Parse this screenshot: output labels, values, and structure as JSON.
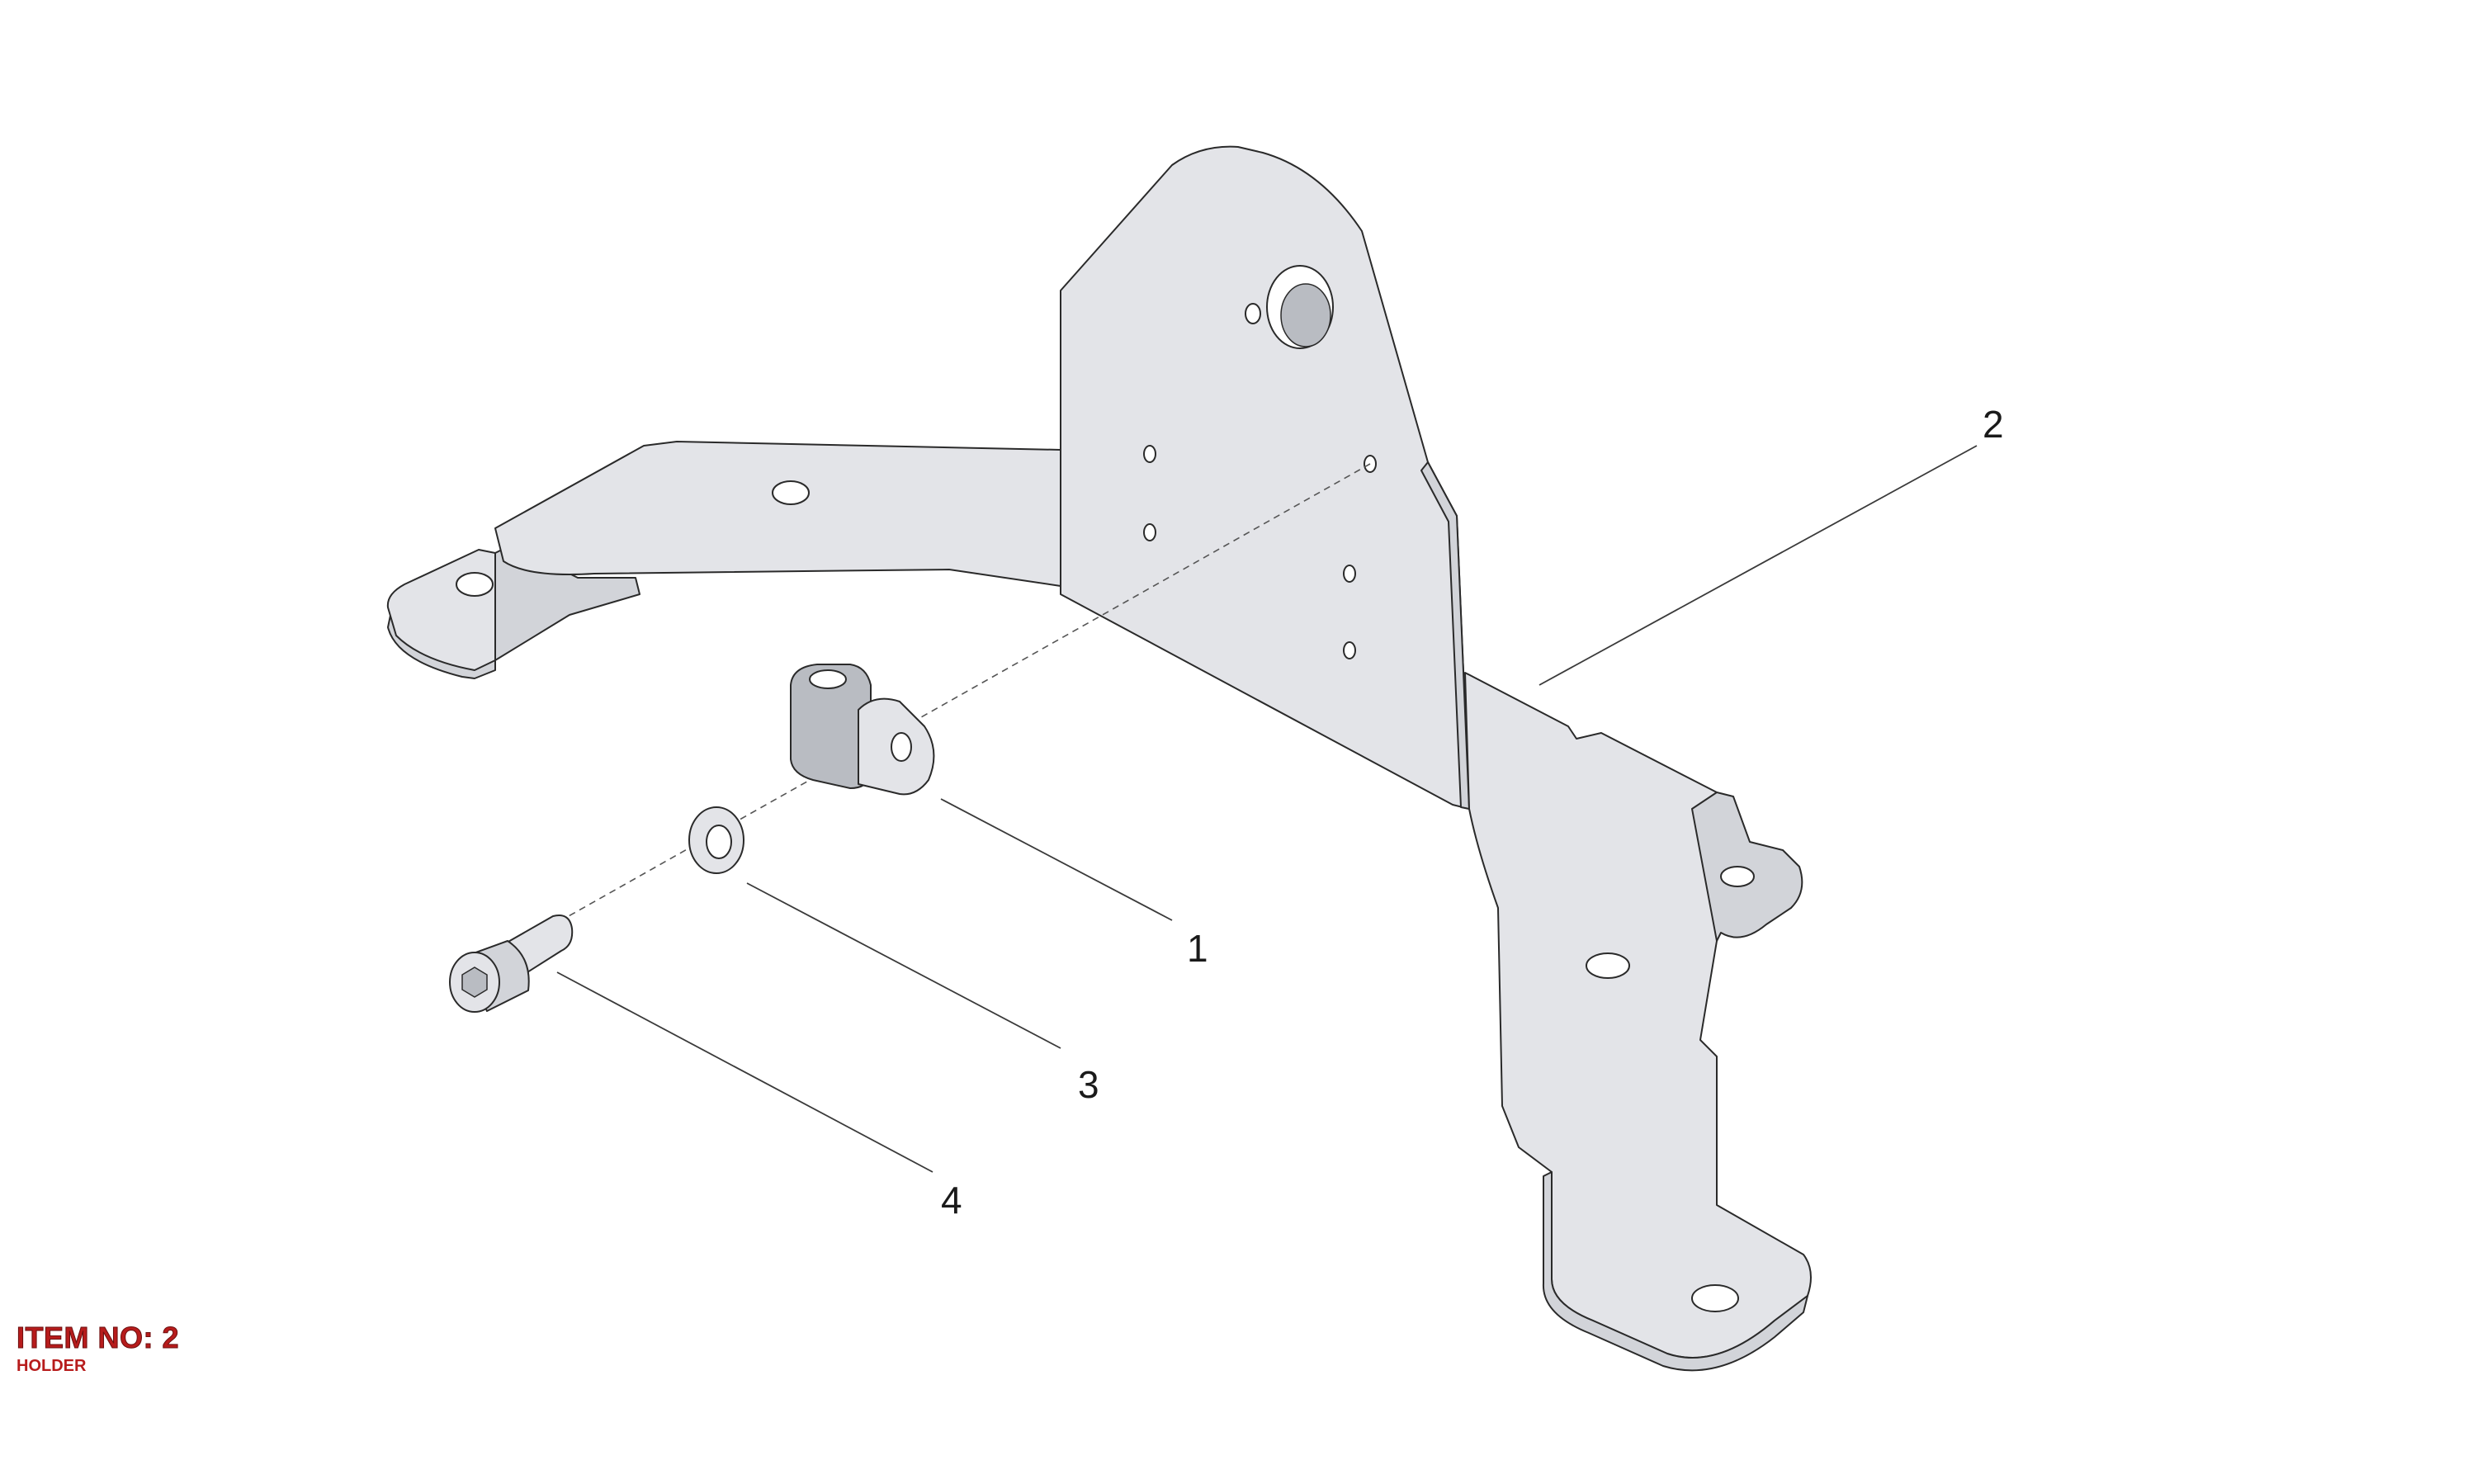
{
  "callouts": {
    "c1": "1",
    "c2": "2",
    "c3": "3",
    "c4": "4"
  },
  "item": {
    "title": "ITEM NO: 2",
    "name": "HOLDER"
  },
  "colors": {
    "part_fill": "#e3e4e8",
    "outline": "#2a2a2a",
    "title_red": "#b71c1c"
  }
}
